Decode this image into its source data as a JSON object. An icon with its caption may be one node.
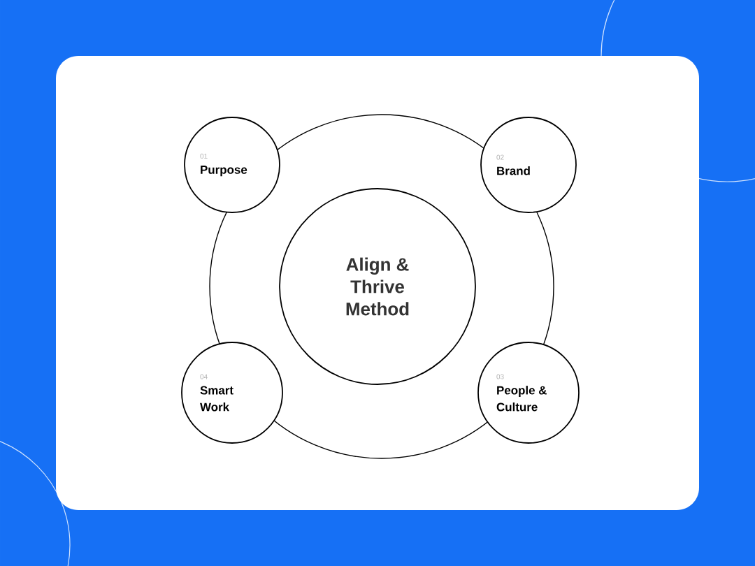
{
  "diagram": {
    "nodes": [
      {
        "text": [
          "Align & Thrive Method"
        ]
      },
      {
        "text": [
          "01",
          "Purpose"
        ]
      },
      {
        "text": [
          "02",
          "Brand"
        ]
      },
      {
        "text": [
          "04",
          "Smart Work"
        ]
      },
      {
        "text": [
          "03",
          "People & Culture"
        ]
      }
    ],
    "edges": []
  }
}
